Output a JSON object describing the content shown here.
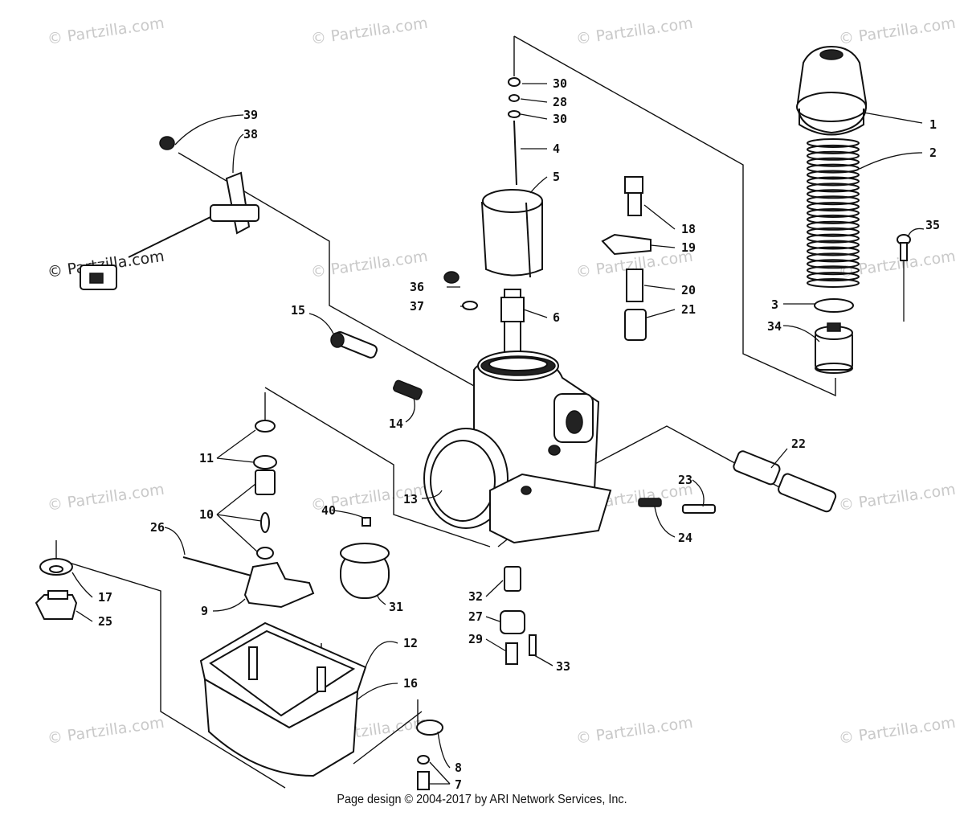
{
  "watermark": {
    "text": "© Partzilla.com",
    "dark_text": "© Partzilla.com"
  },
  "footer": {
    "text": "Page design © 2004-2017 by ARI Network Services, Inc."
  },
  "callouts": [
    {
      "id": "c1",
      "label": "1"
    },
    {
      "id": "c2",
      "label": "2"
    },
    {
      "id": "c3",
      "label": "3"
    },
    {
      "id": "c4",
      "label": "4"
    },
    {
      "id": "c5",
      "label": "5"
    },
    {
      "id": "c6",
      "label": "6"
    },
    {
      "id": "c7",
      "label": "7"
    },
    {
      "id": "c8",
      "label": "8"
    },
    {
      "id": "c9",
      "label": "9"
    },
    {
      "id": "c10",
      "label": "10"
    },
    {
      "id": "c11",
      "label": "11"
    },
    {
      "id": "c12",
      "label": "12"
    },
    {
      "id": "c13",
      "label": "13"
    },
    {
      "id": "c14",
      "label": "14"
    },
    {
      "id": "c15",
      "label": "15"
    },
    {
      "id": "c16",
      "label": "16"
    },
    {
      "id": "c17",
      "label": "17"
    },
    {
      "id": "c18",
      "label": "18"
    },
    {
      "id": "c19",
      "label": "19"
    },
    {
      "id": "c20",
      "label": "20"
    },
    {
      "id": "c21",
      "label": "21"
    },
    {
      "id": "c22",
      "label": "22"
    },
    {
      "id": "c23",
      "label": "23"
    },
    {
      "id": "c24",
      "label": "24"
    },
    {
      "id": "c25",
      "label": "25"
    },
    {
      "id": "c26",
      "label": "26"
    },
    {
      "id": "c27",
      "label": "27"
    },
    {
      "id": "c28",
      "label": "28"
    },
    {
      "id": "c29",
      "label": "29"
    },
    {
      "id": "c30a",
      "label": "30"
    },
    {
      "id": "c30b",
      "label": "30"
    },
    {
      "id": "c31",
      "label": "31"
    },
    {
      "id": "c32",
      "label": "32"
    },
    {
      "id": "c33",
      "label": "33"
    },
    {
      "id": "c34",
      "label": "34"
    },
    {
      "id": "c35",
      "label": "35"
    },
    {
      "id": "c36",
      "label": "36"
    },
    {
      "id": "c37",
      "label": "37"
    },
    {
      "id": "c38",
      "label": "38"
    },
    {
      "id": "c39",
      "label": "39"
    },
    {
      "id": "c40",
      "label": "40"
    }
  ]
}
